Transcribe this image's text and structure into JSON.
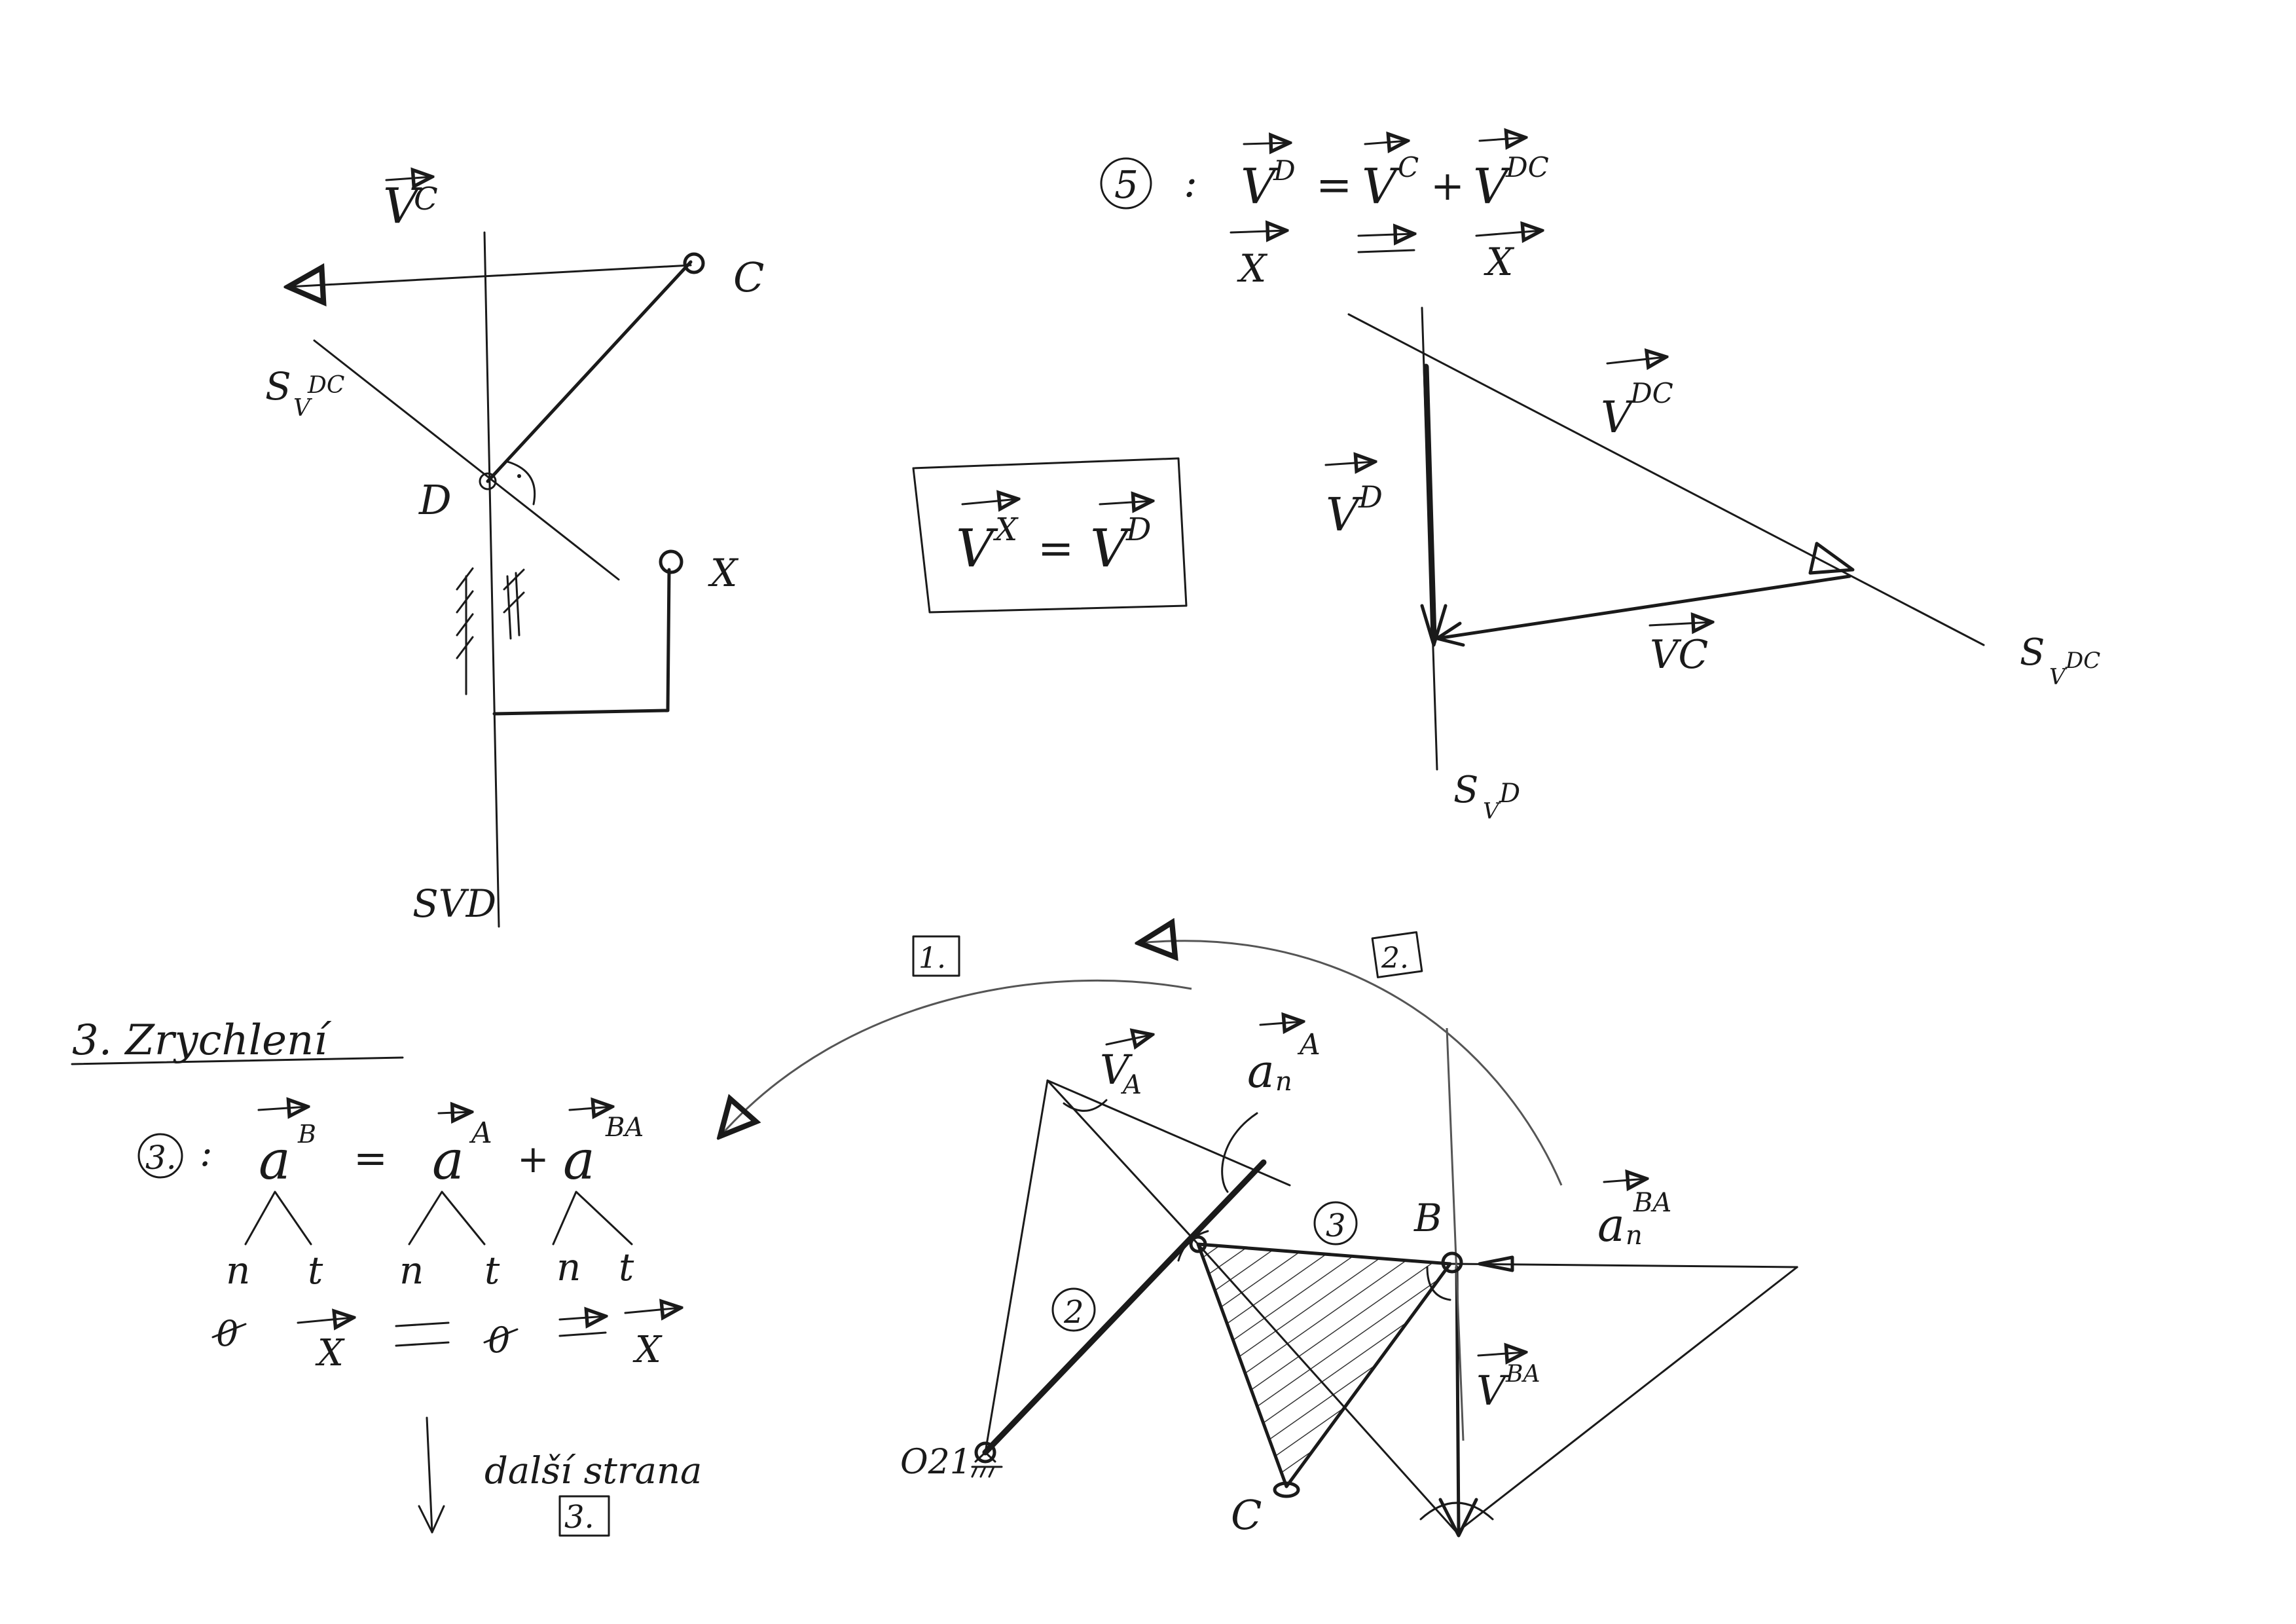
{
  "diagram1": {
    "vc": "V",
    "vc_sup": "C",
    "point_c": "C",
    "svdc": "S",
    "svdc_sub": "V",
    "svdc_sup": "DC",
    "point_d": "D",
    "point_x": "X",
    "svd": "SVD"
  },
  "diagram2": {
    "circled": "5",
    "colon": ":",
    "eq_vd": "V",
    "eq_vd_sup": "D",
    "eq_equals": "=",
    "eq_vc": "V",
    "eq_vc_sup": "C",
    "eq_plus": "+",
    "eq_vdc": "V",
    "eq_vdc_sup": "DC",
    "row2_x1": "X",
    "row2_x2": "X",
    "vdc": "V",
    "vdc_sup": "DC",
    "vd": "V",
    "vd_sup": "D",
    "vc": "VC",
    "svdc": "S",
    "svdc_sub": "V",
    "svdc_sup": "DC",
    "svd": "S",
    "svd_sub": "V",
    "svd_sup": "D"
  },
  "box": {
    "lhs": "V",
    "lhs_sup": "X",
    "equals": "=",
    "rhs": "V",
    "rhs_sup": "D"
  },
  "section3": {
    "heading": "3. Zrychlení",
    "circled": "3.",
    "colon": ":",
    "a1": "a",
    "a1_sup": "B",
    "equals": "=",
    "a2": "a",
    "a2_sup": "A",
    "plus": "+",
    "a3": "a",
    "a3_sup": "BA",
    "n1": "n",
    "t1": "t",
    "n2": "n",
    "t2": "t",
    "n3": "n",
    "t3": "t",
    "zero1": "0",
    "x1": "X",
    "zero2": "0",
    "x2": "X",
    "next_page": "další strana",
    "next_page_num": "3."
  },
  "mechanism": {
    "label_1": "1.",
    "label_2": "2.",
    "va": "V",
    "va_sub": "A",
    "ana": "a",
    "ana_sub": "n",
    "ana_sup": "A",
    "link3": "3",
    "point_b": "B",
    "anba": "a",
    "anba_sub": "n",
    "anba_sup": "BA",
    "link2": "2",
    "vba": "V",
    "vba_sup": "BA",
    "point_o21": "O21",
    "point_c": "C"
  }
}
